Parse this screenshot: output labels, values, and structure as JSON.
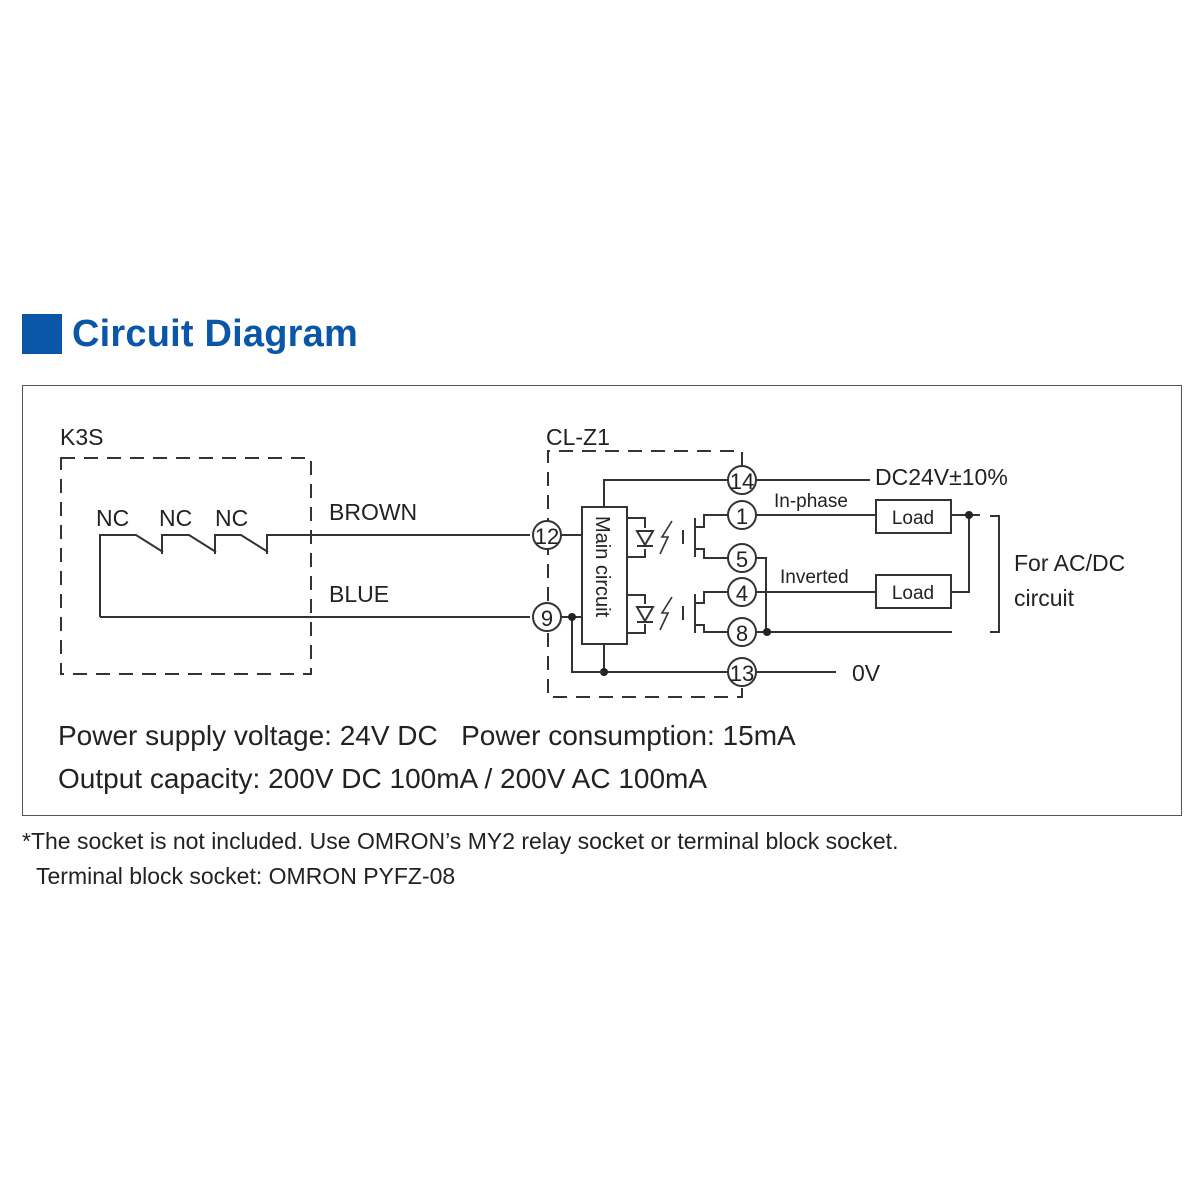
{
  "heading": {
    "title": "Circuit Diagram",
    "accent_color": "#0a57a8"
  },
  "diagram": {
    "k3s": {
      "label": "K3S",
      "contacts": [
        "NC",
        "NC",
        "NC"
      ]
    },
    "wires": {
      "brown": "BROWN",
      "blue": "BLUE"
    },
    "clz1": {
      "label": "CL-Z1",
      "main_circuit": "Main circuit",
      "terminals": {
        "t14": "14",
        "t1": "1",
        "t5": "5",
        "t4": "4",
        "t8": "8",
        "t13": "13",
        "t12": "12",
        "t9": "9"
      }
    },
    "supply": {
      "dc": "DC24V±10%",
      "zero": "0V"
    },
    "outputs": {
      "in_phase": "In-phase",
      "inverted": "Inverted",
      "load1": "Load",
      "load2": "Load",
      "for_circuit_line1": "For AC/DC",
      "for_circuit_line2": "circuit"
    }
  },
  "specs": {
    "line1": "Power supply voltage: 24V DC   Power consumption: 15mA",
    "line2": "Output capacity: 200V DC 100mA / 200V AC 100mA"
  },
  "notes": {
    "line1": "*The socket is not included. Use OMRON’s MY2 relay socket or terminal block socket.",
    "line2": "Terminal block socket: OMRON PYFZ-08"
  }
}
